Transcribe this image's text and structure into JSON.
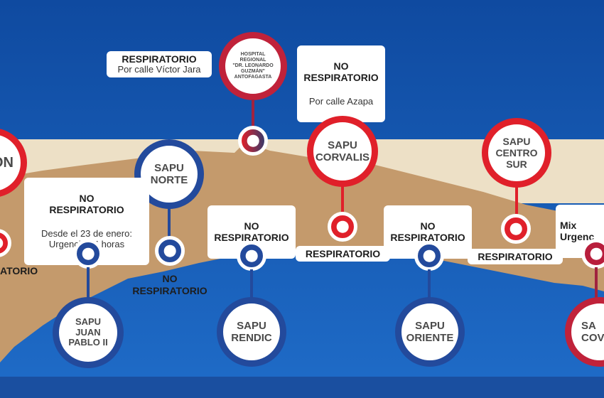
{
  "facilities": {
    "hospital": "HOSPITAL\nREGIONAL\n\"DR. LEONARDO\nGUZMÁN\"\nANTOFAGASTA",
    "left_partial": "ON",
    "sapu_norte": "SAPU\nNORTE",
    "sapu_corvalis": "SAPU\nCORVALIS",
    "sapu_centro_sur": "SAPU\nCENTRO\nSUR",
    "sapu_juan_pablo": "SAPU\nJUAN\nPABLO II",
    "sapu_rendic": "SAPU\nRENDIC",
    "sapu_oriente": "SAPU\nORIENTE",
    "sapu_coviefi_partial": "SA\nCOVI"
  },
  "labels": {
    "hospital_resp_title": "RESPIRATORIO",
    "hospital_resp_sub": "Por calle Víctor Jara",
    "hospital_nonresp_title": "NO\nRESPIRATORIO",
    "hospital_nonresp_sub": "Por calle Azapa",
    "left_resp_partial": "ATORIO",
    "juan_pablo_title": "NO\nRESPIRATORIO",
    "juan_pablo_sub": "Desde el 23 de enero:\nUrgencia 24 horas",
    "norte_label": "NO\nRESPIRATORIO",
    "rendic_label": "NO\nRESPIRATORIO",
    "corvalis_label": "RESPIRATORIO",
    "oriente_label": "NO\nRESPIRATORIO",
    "centro_sur_label": "RESPIRATORIO",
    "coviefi_label_partial": "Mix\nUrgenc"
  },
  "colors": {
    "sea": "#1a56a8",
    "land": "#c49a6c",
    "respiratory": "#e0202a",
    "non_respiratory": "#234a9c"
  }
}
